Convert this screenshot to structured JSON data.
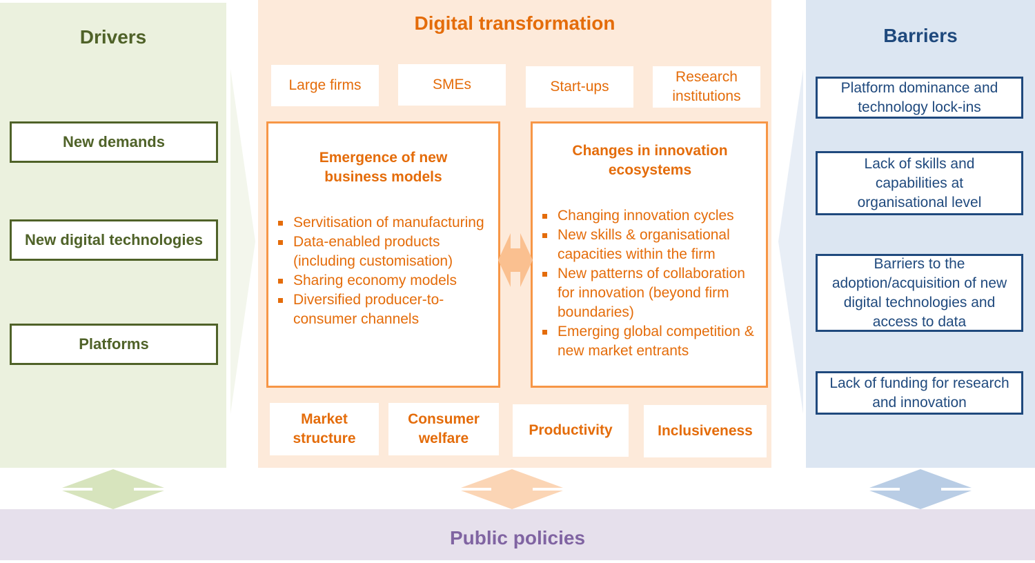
{
  "drivers": {
    "title": "Drivers",
    "items": [
      "New demands",
      "New digital technologies",
      "Platforms"
    ]
  },
  "digital_transformation": {
    "title": "Digital transformation",
    "actors": [
      "Large firms",
      "SMEs",
      "Start-ups",
      "Research institutions"
    ],
    "business_models": {
      "heading": "Emergence of new business models",
      "bullets": [
        "Servitisation of manufacturing",
        "Data-enabled products (including customisation)",
        "Sharing economy models",
        "Diversified producer-to-consumer channels"
      ]
    },
    "innovation_ecosystems": {
      "heading": "Changes in innovation ecosystems",
      "bullets": [
        "Changing innovation cycles",
        "New skills & organisational capacities within the firm",
        "New patterns of collaboration for innovation (beyond firm boundaries)",
        "Emerging global competition & new market entrants"
      ]
    },
    "impacts": [
      "Market structure",
      "Consumer welfare",
      "Productivity",
      "Inclusiveness"
    ]
  },
  "barriers": {
    "title": "Barriers",
    "items": [
      "Platform dominance and technology lock-ins",
      "Lack of skills and capabilities at organisational level",
      "Barriers to the adoption/acquisition of new digital technologies and access to data",
      "Lack of funding for research and innovation"
    ]
  },
  "public_policies": {
    "title": "Public policies"
  },
  "colors": {
    "drivers": "#4f6228",
    "drivers_bg": "#ebf1de",
    "digital_transformation": "#e46c0a",
    "digital_transformation_bg": "#fdeada",
    "barriers": "#1f497d",
    "barriers_bg": "#dce6f2",
    "public_policies": "#8064a2",
    "public_policies_bg": "#e6e0ec"
  }
}
